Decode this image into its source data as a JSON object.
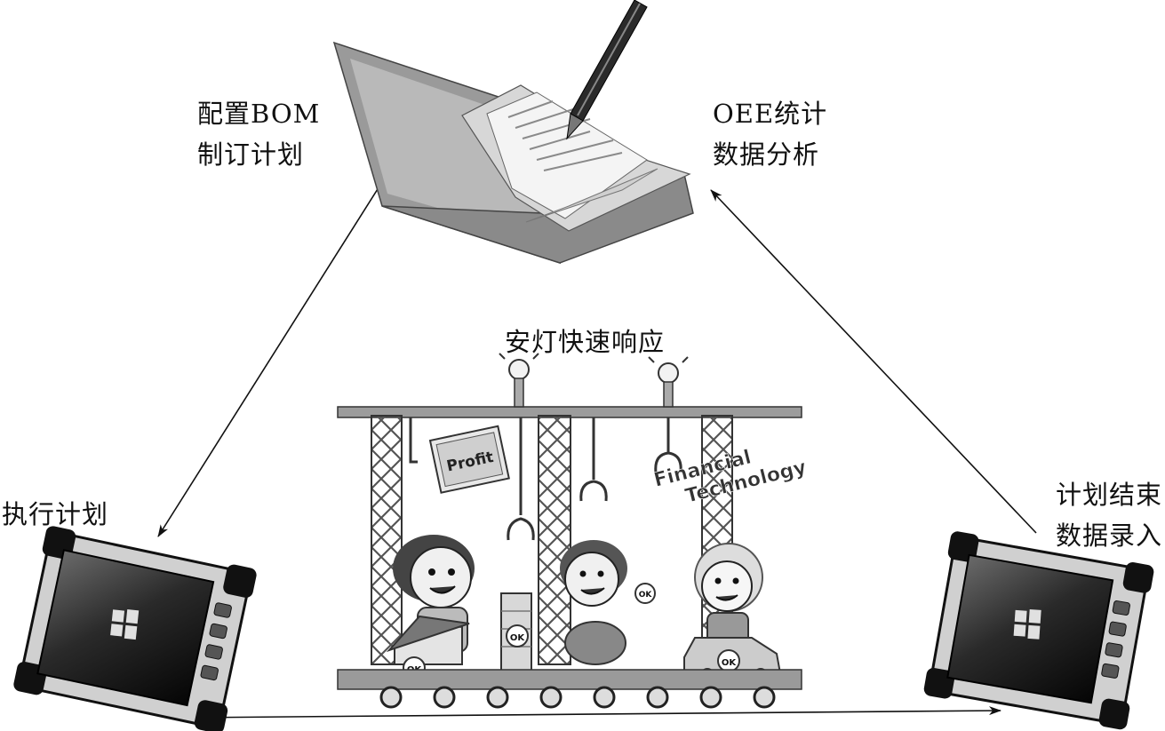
{
  "labels": {
    "plan_config": {
      "line1": "配置BOM",
      "line2": "制订计划"
    },
    "oee": {
      "line1": "OEE统计",
      "line2": "数据分析"
    },
    "andon": {
      "text": "安灯快速响应"
    },
    "execute": {
      "text": "执行计划"
    },
    "plan_end": {
      "line1": "计划结束",
      "line2": "数据录入"
    }
  },
  "illustration_text": {
    "profit_sign": "Profit",
    "fintech_line1": "Financial",
    "fintech_line2": "Technology",
    "ok_badge": "OK"
  }
}
